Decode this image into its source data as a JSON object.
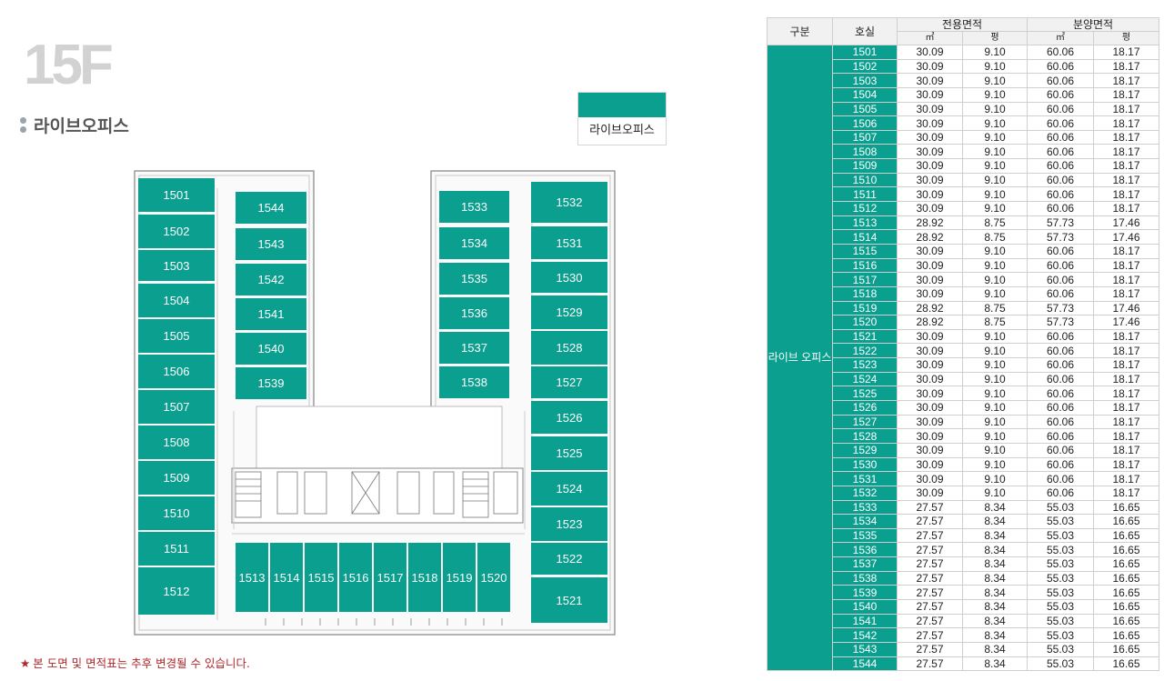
{
  "floor": "15F",
  "type_label": "라이브오피스",
  "legend_label": "라이브오피스",
  "note": "본 도면 및 면적표는 추후 변경될 수 있습니다.",
  "colors": {
    "accent": "#0a9f8e",
    "note": "#b1282c"
  },
  "table": {
    "headers": {
      "category": "구분",
      "room": "호실",
      "exclusive_area": "전용면적",
      "sale_area": "분양면적",
      "unit_m2": "㎡",
      "unit_pyeong": "평"
    },
    "category": "라이브 오피스",
    "rows": [
      [
        "1501",
        "30.09",
        "9.10",
        "60.06",
        "18.17"
      ],
      [
        "1502",
        "30.09",
        "9.10",
        "60.06",
        "18.17"
      ],
      [
        "1503",
        "30.09",
        "9.10",
        "60.06",
        "18.17"
      ],
      [
        "1504",
        "30.09",
        "9.10",
        "60.06",
        "18.17"
      ],
      [
        "1505",
        "30.09",
        "9.10",
        "60.06",
        "18.17"
      ],
      [
        "1506",
        "30.09",
        "9.10",
        "60.06",
        "18.17"
      ],
      [
        "1507",
        "30.09",
        "9.10",
        "60.06",
        "18.17"
      ],
      [
        "1508",
        "30.09",
        "9.10",
        "60.06",
        "18.17"
      ],
      [
        "1509",
        "30.09",
        "9.10",
        "60.06",
        "18.17"
      ],
      [
        "1510",
        "30.09",
        "9.10",
        "60.06",
        "18.17"
      ],
      [
        "1511",
        "30.09",
        "9.10",
        "60.06",
        "18.17"
      ],
      [
        "1512",
        "30.09",
        "9.10",
        "60.06",
        "18.17"
      ],
      [
        "1513",
        "28.92",
        "8.75",
        "57.73",
        "17.46"
      ],
      [
        "1514",
        "28.92",
        "8.75",
        "57.73",
        "17.46"
      ],
      [
        "1515",
        "30.09",
        "9.10",
        "60.06",
        "18.17"
      ],
      [
        "1516",
        "30.09",
        "9.10",
        "60.06",
        "18.17"
      ],
      [
        "1517",
        "30.09",
        "9.10",
        "60.06",
        "18.17"
      ],
      [
        "1518",
        "30.09",
        "9.10",
        "60.06",
        "18.17"
      ],
      [
        "1519",
        "28.92",
        "8.75",
        "57.73",
        "17.46"
      ],
      [
        "1520",
        "28.92",
        "8.75",
        "57.73",
        "17.46"
      ],
      [
        "1521",
        "30.09",
        "9.10",
        "60.06",
        "18.17"
      ],
      [
        "1522",
        "30.09",
        "9.10",
        "60.06",
        "18.17"
      ],
      [
        "1523",
        "30.09",
        "9.10",
        "60.06",
        "18.17"
      ],
      [
        "1524",
        "30.09",
        "9.10",
        "60.06",
        "18.17"
      ],
      [
        "1525",
        "30.09",
        "9.10",
        "60.06",
        "18.17"
      ],
      [
        "1526",
        "30.09",
        "9.10",
        "60.06",
        "18.17"
      ],
      [
        "1527",
        "30.09",
        "9.10",
        "60.06",
        "18.17"
      ],
      [
        "1528",
        "30.09",
        "9.10",
        "60.06",
        "18.17"
      ],
      [
        "1529",
        "30.09",
        "9.10",
        "60.06",
        "18.17"
      ],
      [
        "1530",
        "30.09",
        "9.10",
        "60.06",
        "18.17"
      ],
      [
        "1531",
        "30.09",
        "9.10",
        "60.06",
        "18.17"
      ],
      [
        "1532",
        "30.09",
        "9.10",
        "60.06",
        "18.17"
      ],
      [
        "1533",
        "27.57",
        "8.34",
        "55.03",
        "16.65"
      ],
      [
        "1534",
        "27.57",
        "8.34",
        "55.03",
        "16.65"
      ],
      [
        "1535",
        "27.57",
        "8.34",
        "55.03",
        "16.65"
      ],
      [
        "1536",
        "27.57",
        "8.34",
        "55.03",
        "16.65"
      ],
      [
        "1537",
        "27.57",
        "8.34",
        "55.03",
        "16.65"
      ],
      [
        "1538",
        "27.57",
        "8.34",
        "55.03",
        "16.65"
      ],
      [
        "1539",
        "27.57",
        "8.34",
        "55.03",
        "16.65"
      ],
      [
        "1540",
        "27.57",
        "8.34",
        "55.03",
        "16.65"
      ],
      [
        "1541",
        "27.57",
        "8.34",
        "55.03",
        "16.65"
      ],
      [
        "1542",
        "27.57",
        "8.34",
        "55.03",
        "16.65"
      ],
      [
        "1543",
        "27.57",
        "8.34",
        "55.03",
        "16.65"
      ],
      [
        "1544",
        "27.57",
        "8.34",
        "55.03",
        "16.65"
      ]
    ]
  },
  "plan_units": {
    "west": [
      "1501",
      "1502",
      "1503",
      "1504",
      "1505",
      "1506",
      "1507",
      "1508",
      "1509",
      "1510",
      "1511",
      "1512"
    ],
    "inner_west": [
      "1544",
      "1543",
      "1542",
      "1541",
      "1540",
      "1539"
    ],
    "inner_east": [
      "1533",
      "1534",
      "1535",
      "1536",
      "1537",
      "1538"
    ],
    "east": [
      "1532",
      "1531",
      "1530",
      "1529",
      "1528",
      "1527",
      "1526",
      "1525",
      "1524",
      "1523",
      "1522",
      "1521"
    ],
    "south": [
      "1513",
      "1514",
      "1515",
      "1516",
      "1517",
      "1518",
      "1519",
      "1520"
    ]
  }
}
